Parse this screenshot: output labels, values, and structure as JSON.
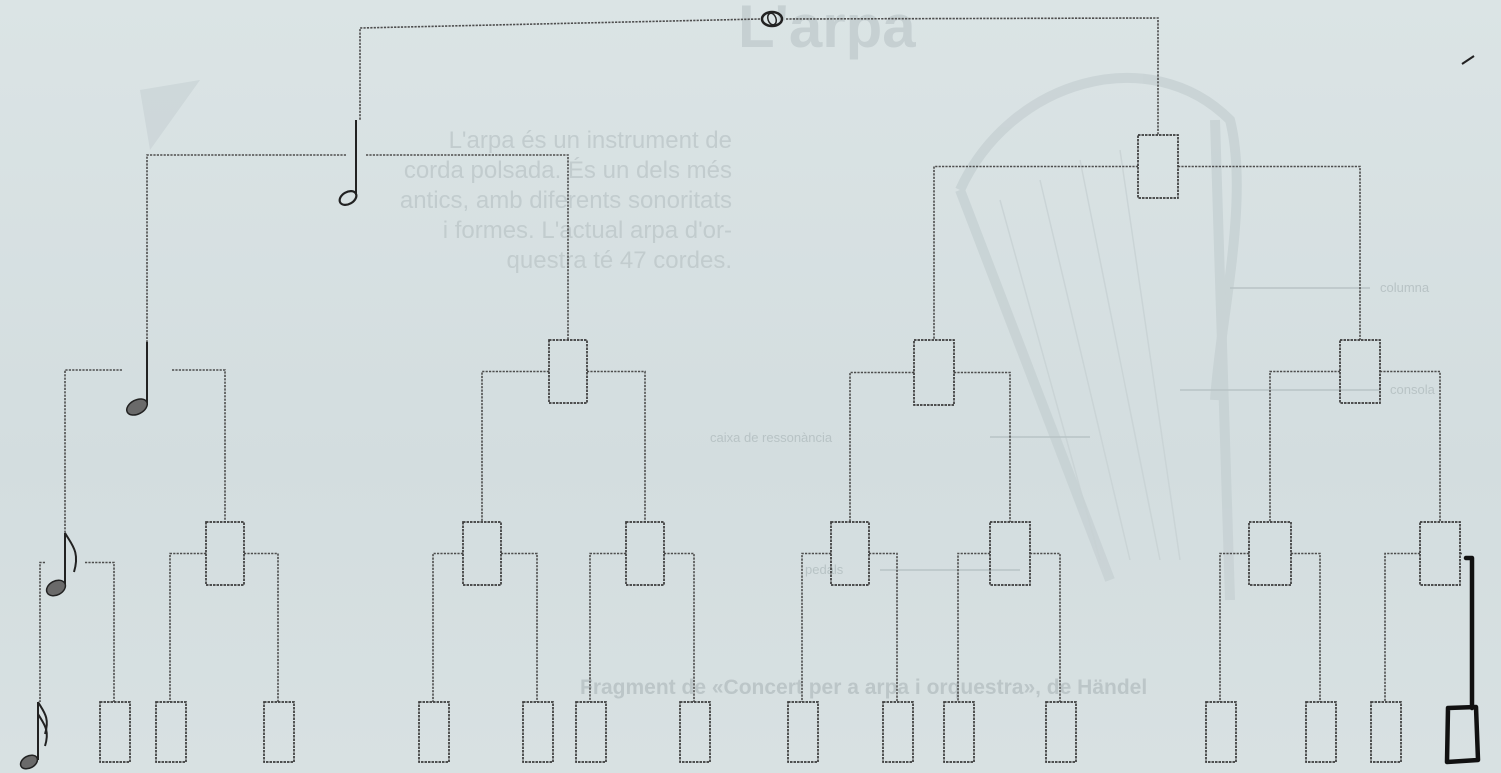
{
  "background_print": {
    "title": "L'arpa",
    "paragraph": [
      "L'arpa és un instrument de",
      "corda polsada. És un dels més",
      "antics, amb diferents sonoritats",
      "i formes. L'actual arpa d'or-",
      "questra té 47 cordes."
    ],
    "caption": "Fragment de «Concert per a arpa i orquestra», de Händel",
    "label_columna": "columna",
    "label_consola": "consola",
    "label_caixa": "caixa de ressonància",
    "label_pedals": "pedals"
  },
  "tree": {
    "root_symbol": "whole-note",
    "levels": [
      {
        "level": 0,
        "symbol": "whole-note",
        "count": 1
      },
      {
        "level": 1,
        "symbol": "half-note",
        "count": 2
      },
      {
        "level": 2,
        "symbol": "quarter-note",
        "count": 4
      },
      {
        "level": 3,
        "symbol": "eighth-note",
        "count": 8
      },
      {
        "level": 4,
        "symbol": "sixteenth-note",
        "count": 16
      }
    ],
    "filled_nodes": [
      "whole-note",
      "half-note",
      "quarter-note",
      "eighth-note",
      "sixteenth-note"
    ],
    "highlighted_node": "last-sixteenth-box",
    "colors": {
      "line": "#4d4d4d",
      "highlight": "#111111"
    }
  }
}
